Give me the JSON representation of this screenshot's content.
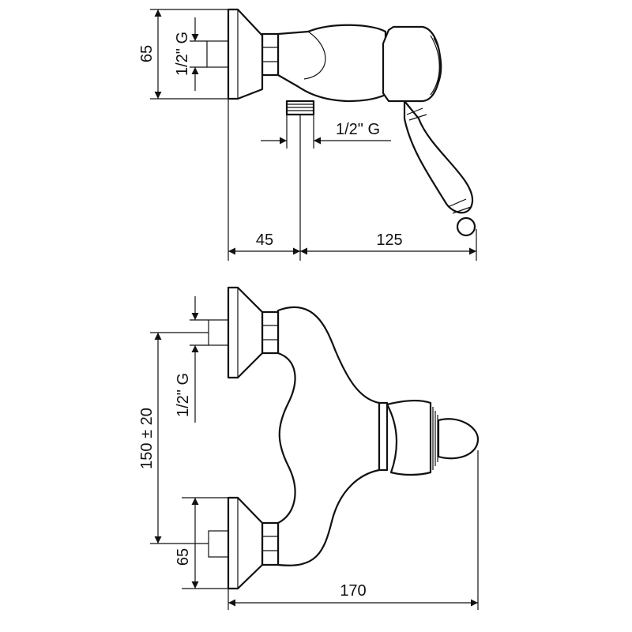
{
  "side_view": {
    "dim_height": "65",
    "dim_inlet_thread": "1/2\" G",
    "dim_outlet_thread": "1/2\" G",
    "dim_wall_to_outlet": "45",
    "dim_outlet_to_handle": "125"
  },
  "front_view": {
    "dim_inlet_spacing": "150 ± 20",
    "dim_inlet_thread": "1/2\" G",
    "dim_flange_height": "65",
    "dim_total_depth": "170"
  }
}
